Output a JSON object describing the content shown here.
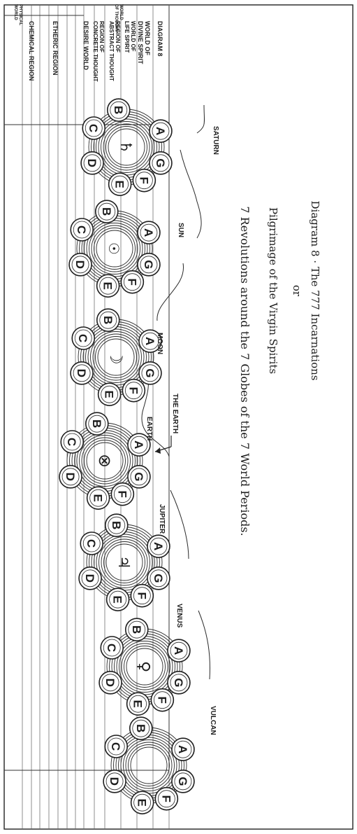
{
  "diagram": {
    "title_line1": "Diagram 8 · The 777 Incarnations",
    "title_line2": "or",
    "title_line3": "Pilgrimage of the Virgin Spirits",
    "title_line4": "7 Revolutions around the 7 Globes of the 7 World Periods."
  },
  "header_labels": {
    "diagram_no": [
      "DIAGRAM 8"
    ],
    "divine_spirit": [
      "WORLD OF",
      "DIVINE SPIRIT"
    ],
    "life_spirit": [
      "WORLD OF",
      "LIFE SPIRIT"
    ],
    "abstract_thought": [
      "REGION OF",
      "ABSTRACT THOUGHT"
    ],
    "concrete_thought": [
      "REGION OF",
      "CONCRETE THOUGHT"
    ],
    "desire_world": [
      "DESIRE WORLD"
    ],
    "etheric_region": [
      "ETHERIC REGION"
    ],
    "chemical_region": [
      "CHEMICAL REGION"
    ],
    "world_of_thought": [
      "WORLD",
      "OF THOUGHT"
    ],
    "physical_world": [
      "PHYSICAL",
      "WORLD"
    ]
  },
  "periods": [
    {
      "name": "SATURN",
      "symbol": "♄"
    },
    {
      "name": "SUN",
      "symbol": "☉"
    },
    {
      "name": "MOON",
      "symbol": "☽"
    },
    {
      "name": "EARTH",
      "symbol": "⊗"
    },
    {
      "name": "JUPITER",
      "symbol": "♃"
    },
    {
      "name": "VENUS",
      "symbol": "♀"
    },
    {
      "name": "VULCAN",
      "symbol": ""
    }
  ],
  "earth_marker": "THE EARTH",
  "globe_letters": [
    "A",
    "B",
    "C",
    "D",
    "E",
    "F",
    "G"
  ]
}
